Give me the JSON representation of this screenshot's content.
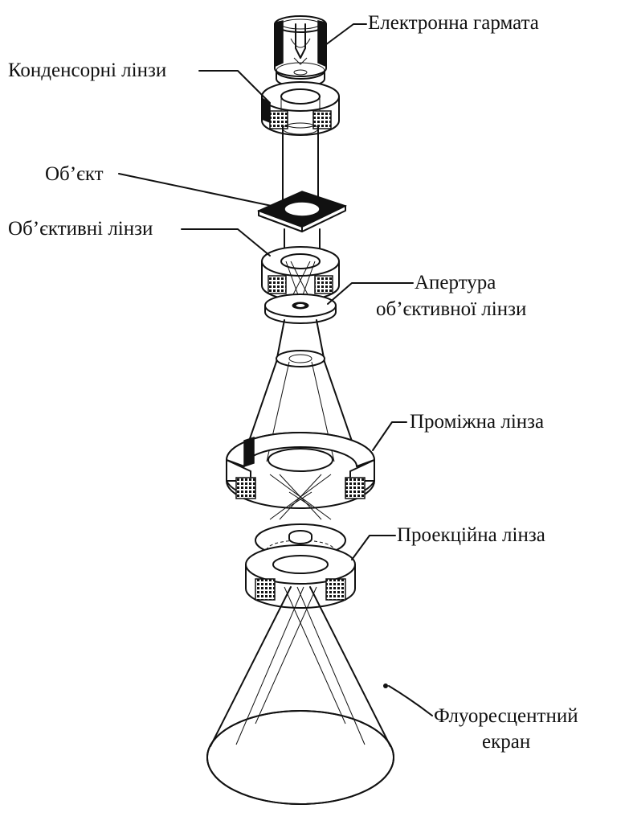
{
  "labels": {
    "electron_gun": "Електронна гармата",
    "condenser_lenses": "Конденсорні лінзи",
    "object": "Об’єкт",
    "objective_lenses": "Об’єктивні лінзи",
    "objective_aperture_line1": "Апертура",
    "objective_aperture_line2": "об’єктивної лінзи",
    "intermediate_lens": "Проміжна лінза",
    "projection_lens": "Проекційна лінза",
    "screen_line1": "Флуоресцентний",
    "screen_line2": "екран"
  }
}
